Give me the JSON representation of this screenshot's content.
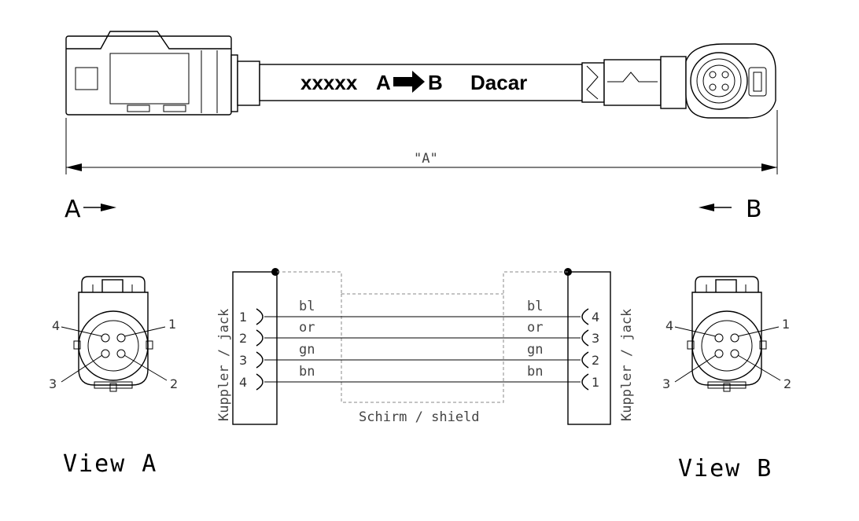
{
  "cable": {
    "marking_left": "xxxxx",
    "marking_from": "A",
    "marking_to": "B",
    "marking_brand": "Dacar"
  },
  "dimension": {
    "length_label": "\"A\""
  },
  "ends": {
    "left": "A",
    "right": "B"
  },
  "views": {
    "left": "View A",
    "right": "View B"
  },
  "connector_labels": {
    "left": "Kuppler / jack",
    "right": "Kuppler / jack"
  },
  "shield_label": "Schirm / shield",
  "wires": [
    {
      "color": "bl",
      "left_pin": "1",
      "right_pin": "4"
    },
    {
      "color": "or",
      "left_pin": "2",
      "right_pin": "3"
    },
    {
      "color": "gn",
      "left_pin": "3",
      "right_pin": "2"
    },
    {
      "color": "bn",
      "left_pin": "4",
      "right_pin": "1"
    }
  ],
  "face_pins": [
    "1",
    "2",
    "3",
    "4"
  ]
}
